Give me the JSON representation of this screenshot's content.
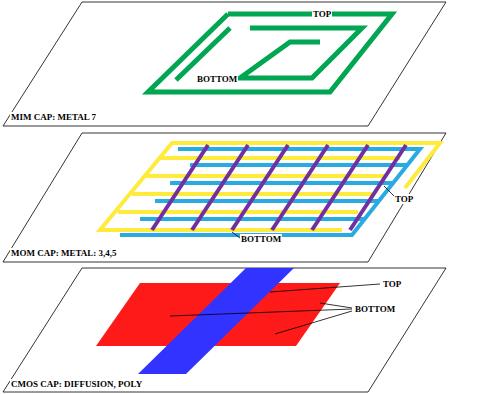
{
  "diagram": {
    "labels": [
      "TOP",
      "BOTTOM",
      "MIM CAP: METAL 7",
      "TOP",
      "BOTTOM",
      "MOM CAP: METAL: 3,4,5",
      "TOP",
      "BOTTOM",
      "CMOS CAP: DIFFUSION, POLY"
    ]
  }
}
